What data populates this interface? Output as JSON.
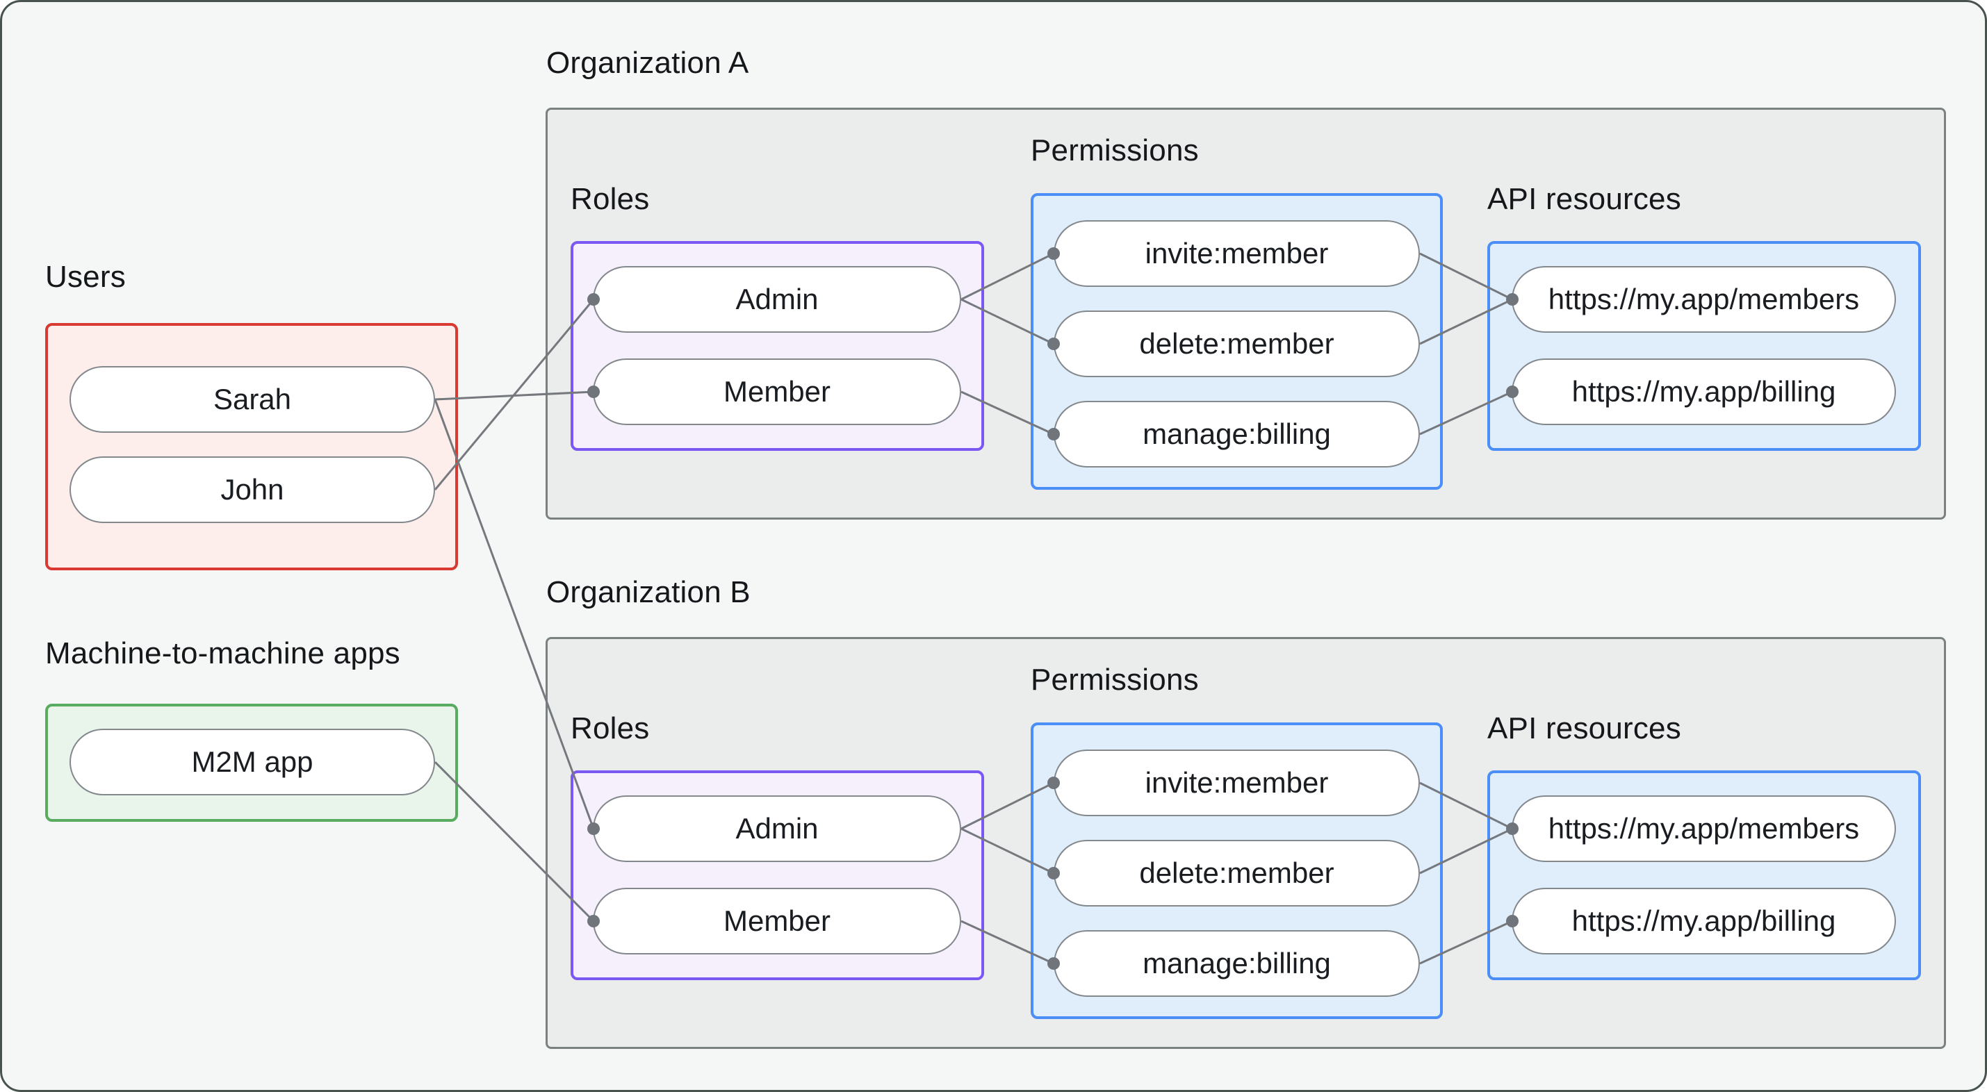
{
  "colors": {
    "page_background": "#f5f7f6",
    "org_box_fill": "#ebedec",
    "org_box_border": "#7b8080",
    "users_fill": "#fdeeec",
    "users_border": "#d83a32",
    "m2m_fill": "#e9f4ea",
    "m2m_border": "#58ac60",
    "roles_fill": "#f6f0fd",
    "roles_border": "#7b57f3",
    "blue_fill": "#e0edfb",
    "blue_border": "#4b8ef7",
    "pill_fill": "#ffffff",
    "pill_border": "#83888d",
    "edge_line": "#75797d",
    "edge_dot": "#6f757b",
    "text": "#15181b"
  },
  "groups": {
    "users": {
      "title": "Users",
      "items": [
        {
          "label": "Sarah"
        },
        {
          "label": "John"
        }
      ]
    },
    "m2m": {
      "title": "Machine-to-machine apps",
      "items": [
        {
          "label": "M2M app"
        }
      ]
    },
    "org_a": {
      "title": "Organization A",
      "roles": {
        "title": "Roles",
        "items": [
          {
            "label": "Admin"
          },
          {
            "label": "Member"
          }
        ]
      },
      "permissions": {
        "title": "Permissions",
        "items": [
          {
            "label": "invite:member"
          },
          {
            "label": "delete:member"
          },
          {
            "label": "manage:billing"
          }
        ]
      },
      "api_resources": {
        "title": "API resources",
        "items": [
          {
            "label": "https://my.app/members"
          },
          {
            "label": "https://my.app/billing"
          }
        ]
      }
    },
    "org_b": {
      "title": "Organization B",
      "roles": {
        "title": "Roles",
        "items": [
          {
            "label": "Admin"
          },
          {
            "label": "Member"
          }
        ]
      },
      "permissions": {
        "title": "Permissions",
        "items": [
          {
            "label": "invite:member"
          },
          {
            "label": "delete:member"
          },
          {
            "label": "manage:billing"
          }
        ]
      },
      "api_resources": {
        "title": "API resources",
        "items": [
          {
            "label": "https://my.app/members"
          },
          {
            "label": "https://my.app/billing"
          }
        ]
      }
    }
  },
  "edges": [
    {
      "from": "users.john",
      "to": "org_a.roles.admin"
    },
    {
      "from": "users.sarah",
      "to": "org_a.roles.member"
    },
    {
      "from": "org_a.roles.admin",
      "to": "org_a.permissions.invite_member"
    },
    {
      "from": "org_a.roles.admin",
      "to": "org_a.permissions.delete_member"
    },
    {
      "from": "org_a.roles.member",
      "to": "org_a.permissions.manage_billing"
    },
    {
      "from": "org_a.permissions.invite_member",
      "to": "org_a.api_resources.members"
    },
    {
      "from": "org_a.permissions.delete_member",
      "to": "org_a.api_resources.members"
    },
    {
      "from": "org_a.permissions.manage_billing",
      "to": "org_a.api_resources.billing"
    },
    {
      "from": "users.sarah",
      "to": "org_b.roles.admin"
    },
    {
      "from": "m2m.m2m_app",
      "to": "org_b.roles.member"
    },
    {
      "from": "org_b.roles.admin",
      "to": "org_b.permissions.invite_member"
    },
    {
      "from": "org_b.roles.admin",
      "to": "org_b.permissions.delete_member"
    },
    {
      "from": "org_b.roles.member",
      "to": "org_b.permissions.manage_billing"
    },
    {
      "from": "org_b.permissions.invite_member",
      "to": "org_b.api_resources.members"
    },
    {
      "from": "org_b.permissions.delete_member",
      "to": "org_b.api_resources.members"
    },
    {
      "from": "org_b.permissions.manage_billing",
      "to": "org_b.api_resources.billing"
    }
  ]
}
